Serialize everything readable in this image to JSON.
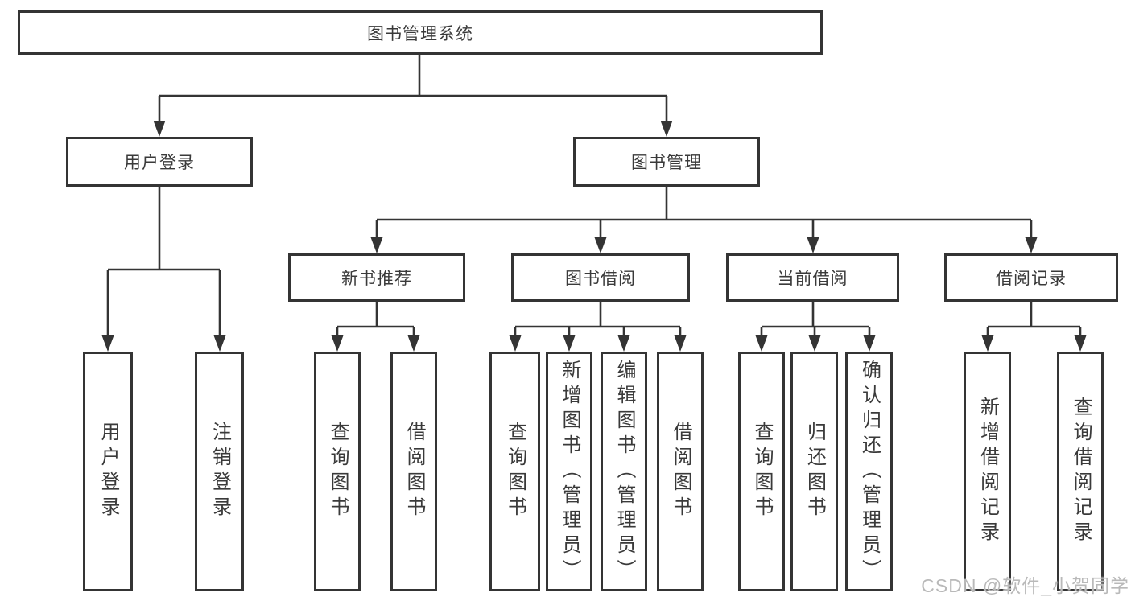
{
  "tree": {
    "root": {
      "label": "图书管理系统",
      "children": [
        {
          "label": "用户登录",
          "children": [
            {
              "label": "用户登录"
            },
            {
              "label": "注销登录"
            }
          ]
        },
        {
          "label": "图书管理",
          "children": [
            {
              "label": "新书推荐",
              "children": [
                {
                  "label": "查询图书"
                },
                {
                  "label": "借阅图书"
                }
              ]
            },
            {
              "label": "图书借阅",
              "children": [
                {
                  "label": "查询图书"
                },
                {
                  "label": "新增图书（管理员）"
                },
                {
                  "label": "编辑图书（管理员）"
                },
                {
                  "label": "借阅图书"
                }
              ]
            },
            {
              "label": "当前借阅",
              "children": [
                {
                  "label": "查询图书"
                },
                {
                  "label": "归还图书"
                },
                {
                  "label": "确认归还（管理员）"
                }
              ]
            },
            {
              "label": "借阅记录",
              "children": [
                {
                  "label": "新增借阅记录"
                },
                {
                  "label": "查询借阅记录"
                }
              ]
            }
          ]
        }
      ]
    }
  },
  "watermark": {
    "text": "CSDN @软件_小贺同学"
  },
  "colors": {
    "line": "#343434",
    "text": "#3a3a3a",
    "watermark": "#b9b9b9",
    "background": "#ffffff"
  }
}
